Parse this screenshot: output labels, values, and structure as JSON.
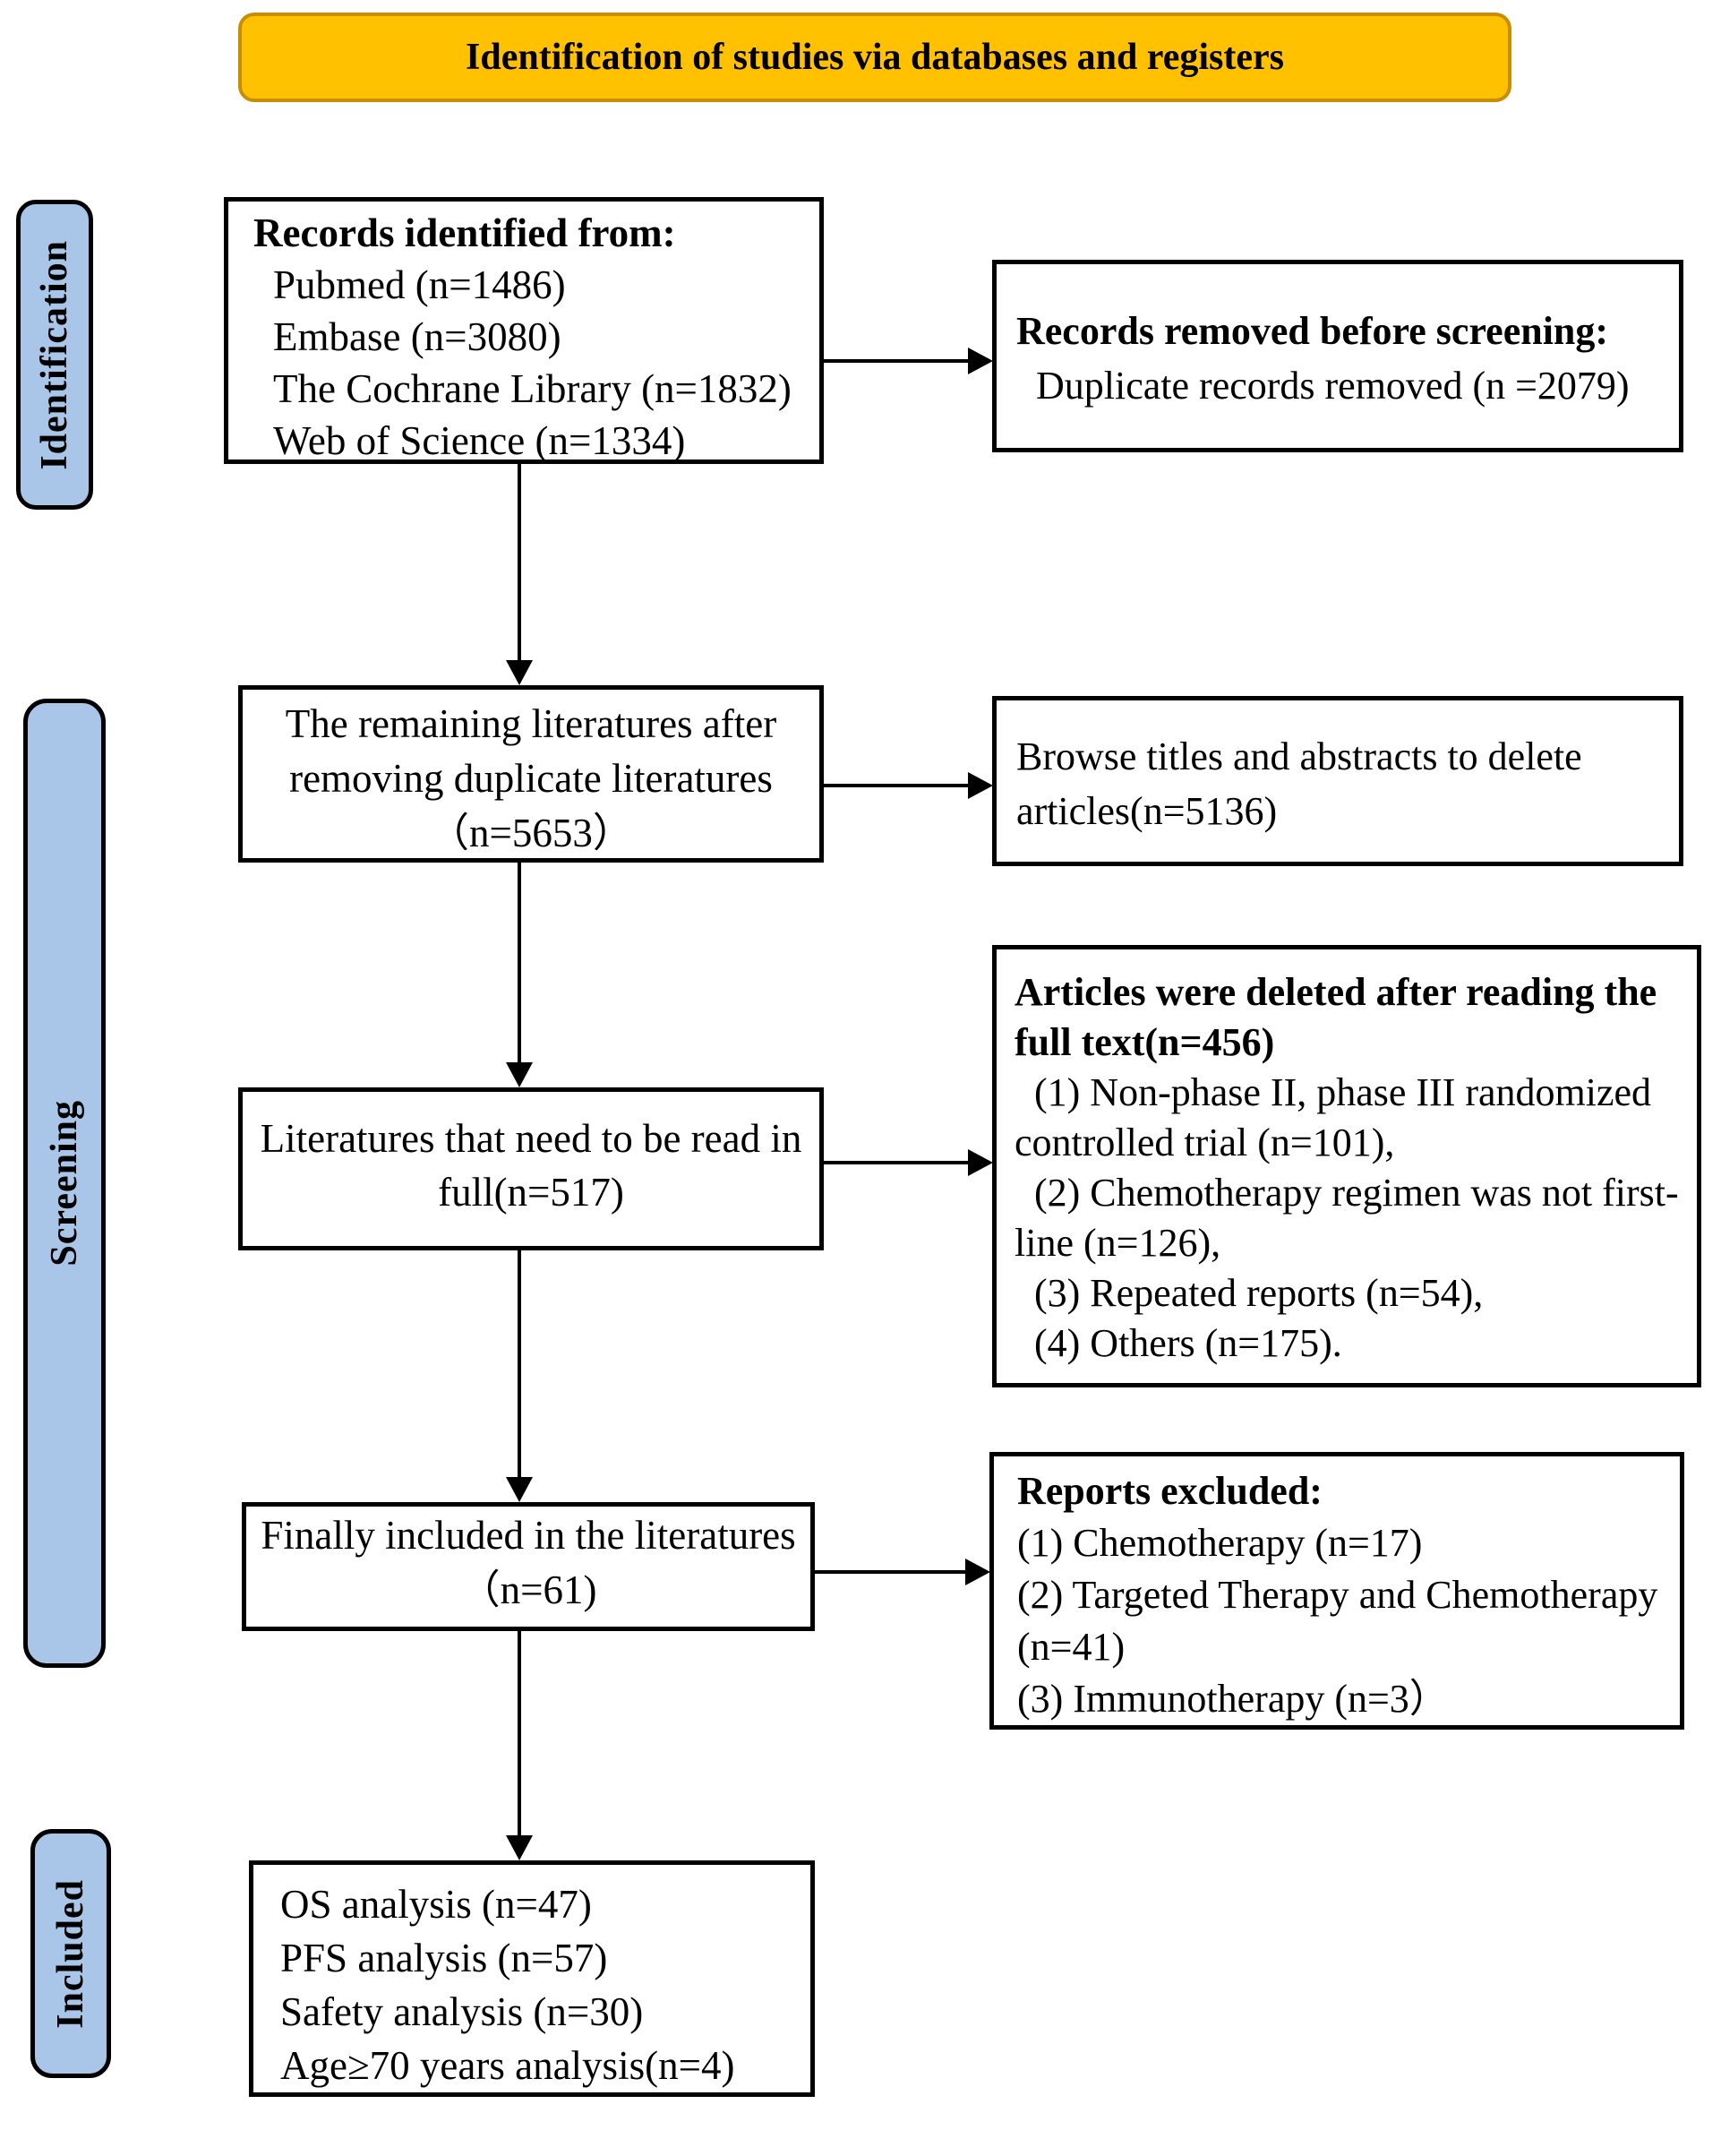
{
  "banner": {
    "label": "Identification of studies via databases and registers"
  },
  "colors": {
    "banner_bg": "#FFC100",
    "banner_border": "#C98E00",
    "stage_bg": "#A9C6E9",
    "box_border": "#000000",
    "text": "#000000"
  },
  "stages": {
    "identification": "Identification",
    "screening": "Screening",
    "included": "Included"
  },
  "boxes": {
    "records_identified": {
      "heading": "Records identified from:",
      "lines": [
        "Pubmed (n=1486)",
        "Embase (n=3080)",
        "The Cochrane Library (n=1832)",
        "Web of Science (n=1334)"
      ]
    },
    "records_removed": {
      "heading": "Records removed before screening:",
      "line": "  Duplicate records removed (n =2079)"
    },
    "remaining_after_dedup": {
      "lines": [
        "The remaining literatures after",
        "removing duplicate literatures",
        "（n=5653）"
      ]
    },
    "browse_titles": {
      "lines": [
        "Browse titles and abstracts to delete",
        "articles(n=5136)"
      ]
    },
    "read_in_full": {
      "lines": [
        "Literatures that need to be read in",
        "full(n=517)"
      ]
    },
    "deleted_after_reading": {
      "heading_lines": [
        "Articles were deleted after reading the",
        "full text(n=456)"
      ],
      "lines": [
        "  (1) Non-phase II, phase III randomized",
        "controlled trial (n=101),",
        "  (2) Chemotherapy regimen was not first-",
        "line (n=126),",
        "  (3) Repeated reports (n=54),",
        "  (4) Others (n=175)."
      ]
    },
    "finally_included": {
      "lines": [
        "Finally included in the literatures",
        "（n=61)"
      ]
    },
    "reports_excluded": {
      "heading": "Reports excluded:",
      "lines": [
        "(1) Chemotherapy (n=17)",
        "(2) Targeted Therapy and Chemotherapy",
        "(n=41)",
        "(3) Immunotherapy (n=3）"
      ]
    },
    "analysis_included": {
      "lines": [
        "OS analysis (n=47)",
        "PFS analysis (n=57)",
        "Safety analysis (n=30)",
        "Age≥70 years analysis(n=4)"
      ]
    }
  }
}
